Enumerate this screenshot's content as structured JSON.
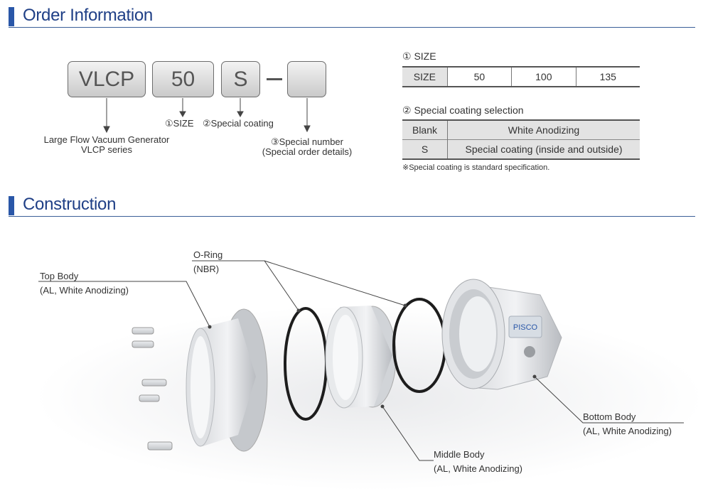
{
  "order_section": {
    "title": "Order Information"
  },
  "code_boxes": {
    "series": "VLCP",
    "size": "50",
    "coating": "S",
    "special": ""
  },
  "code_labels": {
    "series_line1": "Large Flow Vacuum Generator",
    "series_line2": "VLCP series",
    "size": "①SIZE",
    "coating": "②Special coating",
    "special_line1": "③Special number",
    "special_line2": "(Special order details)"
  },
  "size_table": {
    "title": "① SIZE",
    "header": "SIZE",
    "values": [
      "50",
      "100",
      "135"
    ]
  },
  "coating_table": {
    "title": "② Special coating selection",
    "rows": [
      {
        "code": "Blank",
        "desc": "White Anodizing"
      },
      {
        "code": "S",
        "desc": "Special coating (inside and outside)"
      }
    ]
  },
  "coating_note": "※Special coating is standard specification.",
  "construction_section": {
    "title": "Construction"
  },
  "parts": {
    "oring": {
      "name": "O-Ring",
      "material": "(NBR)"
    },
    "top_body": {
      "name": "Top Body",
      "material": "(AL, White Anodizing)"
    },
    "middle_body": {
      "name": "Middle Body",
      "material": "(AL, White Anodizing)"
    },
    "bottom_body": {
      "name": "Bottom Body",
      "material": "(AL, White Anodizing)"
    }
  },
  "product_label": {
    "brand": "PISCO"
  },
  "colors": {
    "accent": "#2a57a8",
    "heading": "#1f3f86",
    "rule": "#3a5e98"
  }
}
